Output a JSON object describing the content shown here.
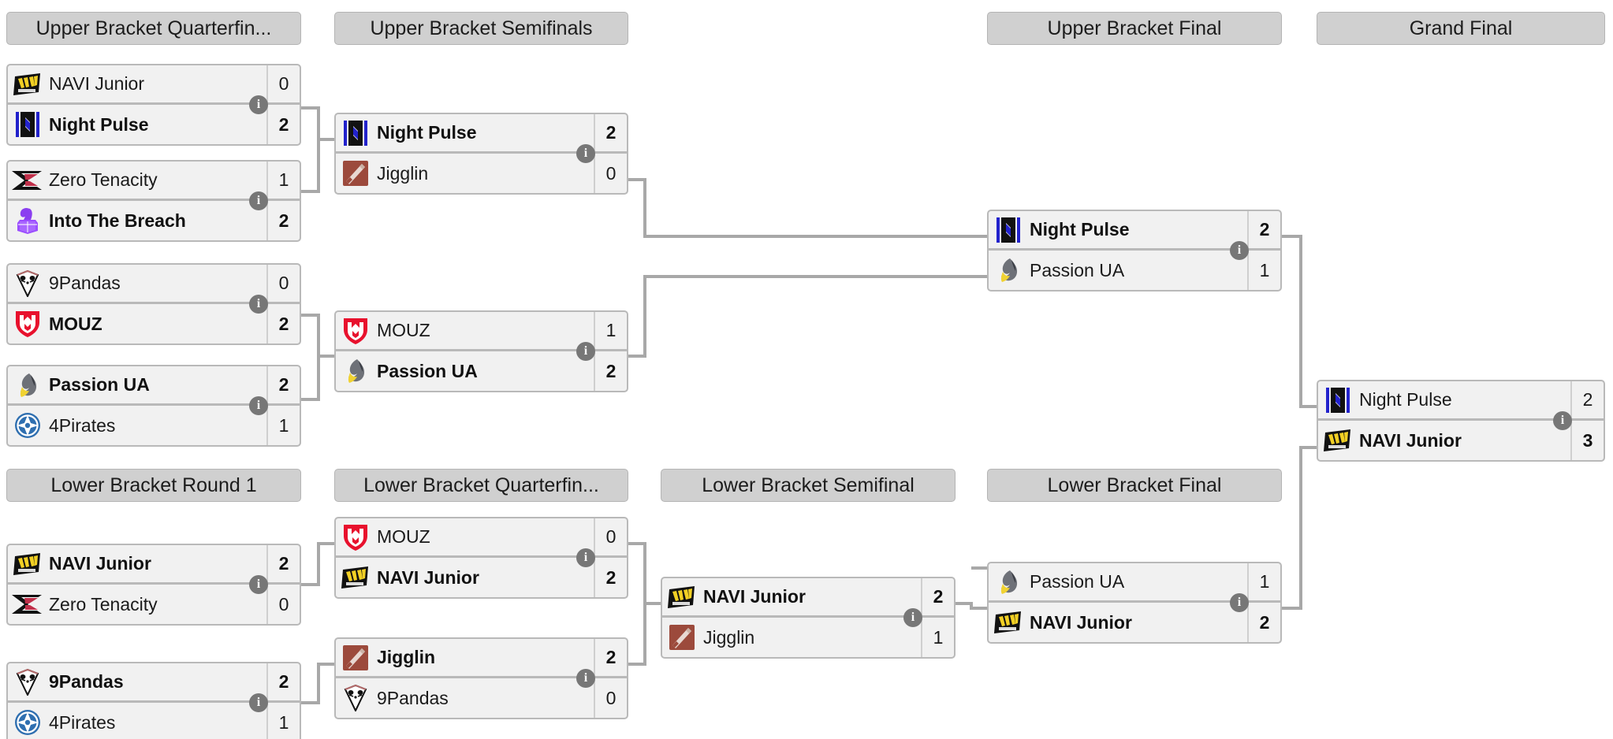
{
  "theme": {
    "page_bg": "#ffffff",
    "header_bg": "#d0d0d0",
    "header_border": "#b4b4b4",
    "match_bg": "#f1f1f1",
    "match_border": "#b9b9b9",
    "connector": "#a8a8a8",
    "info_badge_bg": "#777777",
    "text": "#1a1a1a"
  },
  "info_badge_label": "i",
  "rounds": [
    {
      "id": "ubqf",
      "label": "Upper Bracket Quarterfin..."
    },
    {
      "id": "ubsf",
      "label": "Upper Bracket Semifinals"
    },
    {
      "id": "ubf",
      "label": "Upper Bracket Final"
    },
    {
      "id": "gf",
      "label": "Grand Final"
    },
    {
      "id": "lbr1",
      "label": "Lower Bracket Round 1"
    },
    {
      "id": "lbqf",
      "label": "Lower Bracket Quarterfin..."
    },
    {
      "id": "lbsf",
      "label": "Lower Bracket Semifinal"
    },
    {
      "id": "lbf",
      "label": "Lower Bracket Final"
    }
  ],
  "matches": {
    "ubqf1": {
      "top": {
        "team": "NAVI Junior",
        "logo": "navi-junior-logo",
        "score": "0",
        "winner": false
      },
      "bottom": {
        "team": "Night Pulse",
        "logo": "night-pulse-logo",
        "score": "2",
        "winner": true
      }
    },
    "ubqf2": {
      "top": {
        "team": "Zero Tenacity",
        "logo": "zero-tenacity-logo",
        "score": "1",
        "winner": false
      },
      "bottom": {
        "team": "Into The Breach",
        "logo": "into-the-breach-logo",
        "score": "2",
        "winner": true
      }
    },
    "ubqf3": {
      "top": {
        "team": "9Pandas",
        "logo": "9pandas-logo",
        "score": "0",
        "winner": false
      },
      "bottom": {
        "team": "MOUZ",
        "logo": "mouz-logo",
        "score": "2",
        "winner": true
      }
    },
    "ubqf4": {
      "top": {
        "team": "Passion UA",
        "logo": "passion-ua-logo",
        "score": "2",
        "winner": true
      },
      "bottom": {
        "team": "4Pirates",
        "logo": "4pirates-logo",
        "score": "1",
        "winner": false
      }
    },
    "ubsf1": {
      "top": {
        "team": "Night Pulse",
        "logo": "night-pulse-logo",
        "score": "2",
        "winner": true
      },
      "bottom": {
        "team": "Jigglin",
        "logo": "jigglin-logo",
        "score": "0",
        "winner": false
      }
    },
    "ubsf2": {
      "top": {
        "team": "MOUZ",
        "logo": "mouz-logo",
        "score": "1",
        "winner": false
      },
      "bottom": {
        "team": "Passion UA",
        "logo": "passion-ua-logo",
        "score": "2",
        "winner": true
      }
    },
    "ubf1": {
      "top": {
        "team": "Night Pulse",
        "logo": "night-pulse-logo",
        "score": "2",
        "winner": true
      },
      "bottom": {
        "team": "Passion UA",
        "logo": "passion-ua-logo",
        "score": "1",
        "winner": false
      }
    },
    "gf1": {
      "top": {
        "team": "Night Pulse",
        "logo": "night-pulse-logo",
        "score": "2",
        "winner": false
      },
      "bottom": {
        "team": "NAVI Junior",
        "logo": "navi-junior-logo",
        "score": "3",
        "winner": true
      }
    },
    "lbr1a": {
      "top": {
        "team": "NAVI Junior",
        "logo": "navi-junior-logo",
        "score": "2",
        "winner": true
      },
      "bottom": {
        "team": "Zero Tenacity",
        "logo": "zero-tenacity-logo",
        "score": "0",
        "winner": false
      }
    },
    "lbr1b": {
      "top": {
        "team": "9Pandas",
        "logo": "9pandas-logo",
        "score": "2",
        "winner": true
      },
      "bottom": {
        "team": "4Pirates",
        "logo": "4pirates-logo",
        "score": "1",
        "winner": false
      }
    },
    "lbqf1": {
      "top": {
        "team": "MOUZ",
        "logo": "mouz-logo",
        "score": "0",
        "winner": false
      },
      "bottom": {
        "team": "NAVI Junior",
        "logo": "navi-junior-logo",
        "score": "2",
        "winner": true
      }
    },
    "lbqf2": {
      "top": {
        "team": "Jigglin",
        "logo": "jigglin-logo",
        "score": "2",
        "winner": true
      },
      "bottom": {
        "team": "9Pandas",
        "logo": "9pandas-logo",
        "score": "0",
        "winner": false
      }
    },
    "lbsf1": {
      "top": {
        "team": "NAVI Junior",
        "logo": "navi-junior-logo",
        "score": "2",
        "winner": true
      },
      "bottom": {
        "team": "Jigglin",
        "logo": "jigglin-logo",
        "score": "1",
        "winner": false
      }
    },
    "lbf1": {
      "top": {
        "team": "Passion UA",
        "logo": "passion-ua-logo",
        "score": "1",
        "winner": false
      },
      "bottom": {
        "team": "NAVI Junior",
        "logo": "navi-junior-logo",
        "score": "2",
        "winner": true
      }
    }
  }
}
